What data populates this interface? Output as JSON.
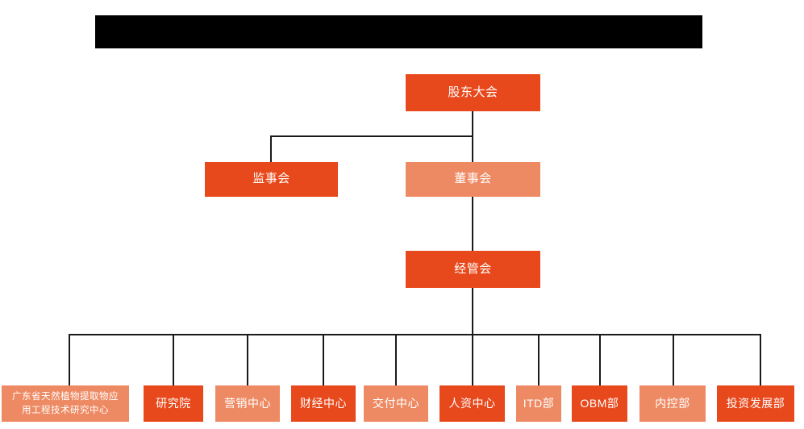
{
  "page": {
    "title_banner": "",
    "background_color": "#ffffff"
  },
  "palette": {
    "dark_orange": "#E8491C",
    "light_orange": "#EE8A63",
    "connector": "#1a1a1a",
    "redacted_banner": "#000000",
    "node_text": "#ffffff"
  },
  "chart_data": {
    "type": "org-chart",
    "title": "",
    "orientation": "top-down",
    "levels": [
      {
        "level": 1,
        "nodes": [
          {
            "id": "shareholders",
            "label": "股东大会",
            "shade": "dark"
          }
        ]
      },
      {
        "level": 2,
        "nodes": [
          {
            "id": "supervisors",
            "label": "监事会",
            "shade": "dark"
          },
          {
            "id": "directors",
            "label": "董事会",
            "shade": "light"
          }
        ]
      },
      {
        "level": 3,
        "nodes": [
          {
            "id": "management",
            "label": "经管会",
            "shade": "dark"
          }
        ]
      },
      {
        "level": 4,
        "nodes": [
          {
            "id": "research-center-gd",
            "label": "广东省天然植物提取物应\n用工程技术研究中心",
            "shade": "light"
          },
          {
            "id": "institute",
            "label": "研究院",
            "shade": "dark"
          },
          {
            "id": "marketing-center",
            "label": "营销中心",
            "shade": "light"
          },
          {
            "id": "finance-center",
            "label": "财经中心",
            "shade": "dark"
          },
          {
            "id": "delivery-center",
            "label": "交付中心",
            "shade": "light"
          },
          {
            "id": "hr-center",
            "label": "人资中心",
            "shade": "dark"
          },
          {
            "id": "itd-dept",
            "label": "ITD部",
            "shade": "light"
          },
          {
            "id": "obm-dept",
            "label": "OBM部",
            "shade": "dark"
          },
          {
            "id": "internal-control-dept",
            "label": "内控部",
            "shade": "light"
          },
          {
            "id": "investment-development-dept",
            "label": "投资发展部",
            "shade": "dark"
          }
        ]
      }
    ],
    "edges": [
      {
        "from": "shareholders",
        "to": "supervisors"
      },
      {
        "from": "shareholders",
        "to": "directors"
      },
      {
        "from": "directors",
        "to": "management"
      },
      {
        "from": "management",
        "to": "research-center-gd"
      },
      {
        "from": "management",
        "to": "institute"
      },
      {
        "from": "management",
        "to": "marketing-center"
      },
      {
        "from": "management",
        "to": "finance-center"
      },
      {
        "from": "management",
        "to": "delivery-center"
      },
      {
        "from": "management",
        "to": "hr-center"
      },
      {
        "from": "management",
        "to": "itd-dept"
      },
      {
        "from": "management",
        "to": "obm-dept"
      },
      {
        "from": "management",
        "to": "internal-control-dept"
      },
      {
        "from": "management",
        "to": "investment-development-dept"
      }
    ]
  }
}
